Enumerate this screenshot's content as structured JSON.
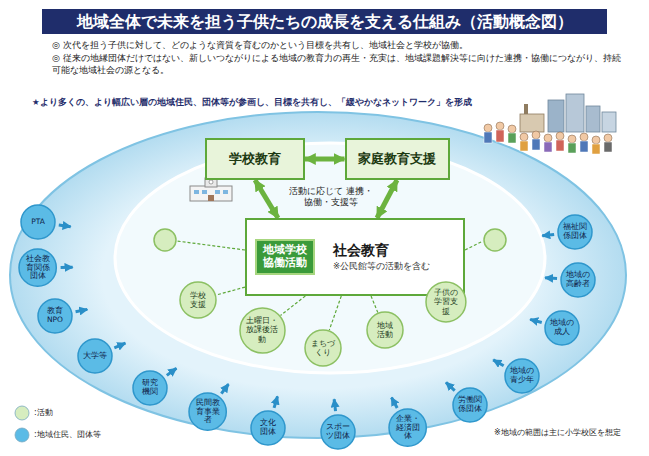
{
  "diagram": {
    "title": "地域全体で未来を担う子供たちの成長を支える仕組み（活動概念図）",
    "nodes": [
      {
        "text": [
          "学校教育"
        ]
      },
      {
        "text": [
          "家庭教育支援"
        ]
      },
      {
        "text": [
          "社会教育",
          "※公民館等の活動を含む"
        ]
      },
      {
        "text": [
          "地域学校協働活動"
        ],
        "in": 2
      },
      {
        "text": [
          "学校支援"
        ]
      },
      {
        "text": [
          "土曜日・放課後活動"
        ]
      },
      {
        "text": [
          "まちづくり"
        ]
      },
      {
        "text": [
          "地域活動"
        ]
      },
      {
        "text": [
          "子供の学習支援"
        ]
      },
      {
        "text": [
          "PTA"
        ]
      },
      {
        "text": [
          "社会教育関係団体"
        ]
      },
      {
        "text": [
          "教育NPO"
        ]
      },
      {
        "text": [
          "大学等"
        ]
      },
      {
        "text": [
          "研究機関"
        ]
      },
      {
        "text": [
          "民間教育事業者"
        ]
      },
      {
        "text": [
          "文化団体"
        ]
      },
      {
        "text": [
          "スポーツ団体"
        ]
      },
      {
        "text": [
          "企業・経済団体"
        ]
      },
      {
        "text": [
          "労働関係団体"
        ]
      },
      {
        "text": [
          "地域の青少年"
        ]
      },
      {
        "text": [
          "地域の成人"
        ]
      },
      {
        "text": [
          "地域の高齢者"
        ]
      },
      {
        "text": [
          "福祉関係団体"
        ]
      }
    ],
    "edges": [
      {
        "from": 0,
        "to": 1,
        "arrow": "both"
      },
      {
        "from": 0,
        "to": 2,
        "arrow": "both"
      },
      {
        "from": 1,
        "to": 2,
        "arrow": "both"
      },
      {
        "from": 2,
        "to": 4,
        "arrow": "none"
      },
      {
        "from": 2,
        "to": 5,
        "arrow": "none"
      },
      {
        "from": 2,
        "to": 6,
        "arrow": "none"
      },
      {
        "from": 2,
        "to": 7,
        "arrow": "none"
      },
      {
        "from": 2,
        "to": 8,
        "arrow": "none"
      }
    ],
    "labels": [
      "◎ 次代を担う子供に対して、どのような資質を育むのかという目標を共有し、地域社会と学校が協働。",
      "◎ 従来の地縁団体だけではない、新しいつながりによる地域の教育力の再生・充実は、地域課題解決等に向けた連携・協働につながり、持続可能な地域社会の源となる。",
      "★より多くの、より幅広い層の地域住民、団体等が参画し、目標を共有し、「緩やかなネットワーク」を形成",
      "活動に応じて 連携・協働・支援等",
      "※地域の範囲は主に小学校区を想定"
    ],
    "legend": [
      {
        "text": ":活動",
        "color": "#d6edbf"
      },
      {
        "text": ":地域住民、団体等",
        "color": "#5bbbe6"
      }
    ]
  }
}
